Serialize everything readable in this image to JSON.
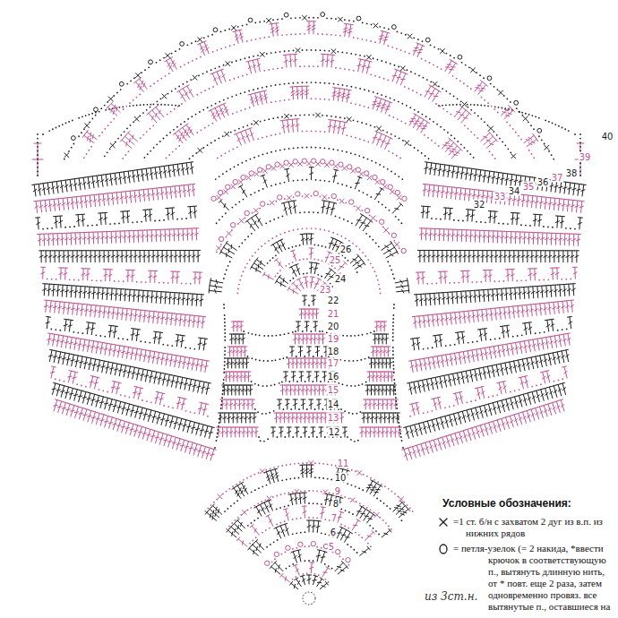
{
  "diagram": {
    "labels": [
      "Условные обозначения:",
      "5",
      "6",
      "7",
      "8",
      "9",
      "10",
      "11",
      "12",
      "13",
      "14",
      "15",
      "16",
      "17",
      "18",
      "19",
      "20",
      "21",
      "22",
      "23",
      "24",
      "25",
      "26",
      "32",
      "33",
      "34",
      "35",
      "36",
      "37",
      "38",
      "39",
      "40",
      "из 3ст.н."
    ],
    "legend": [
      {
        "text": "=1 ст. б/н с захватом 2 дуг из в.п. из нижних рядов"
      },
      {
        "text": "= петля-узелок (= 2 накида, *ввести крючок в соответствующую п., вытянуть длинную нить, от * повт. еще 2 раза, затем одновременно провяз. все вытянутые п., оставшиеся на"
      }
    ]
  }
}
